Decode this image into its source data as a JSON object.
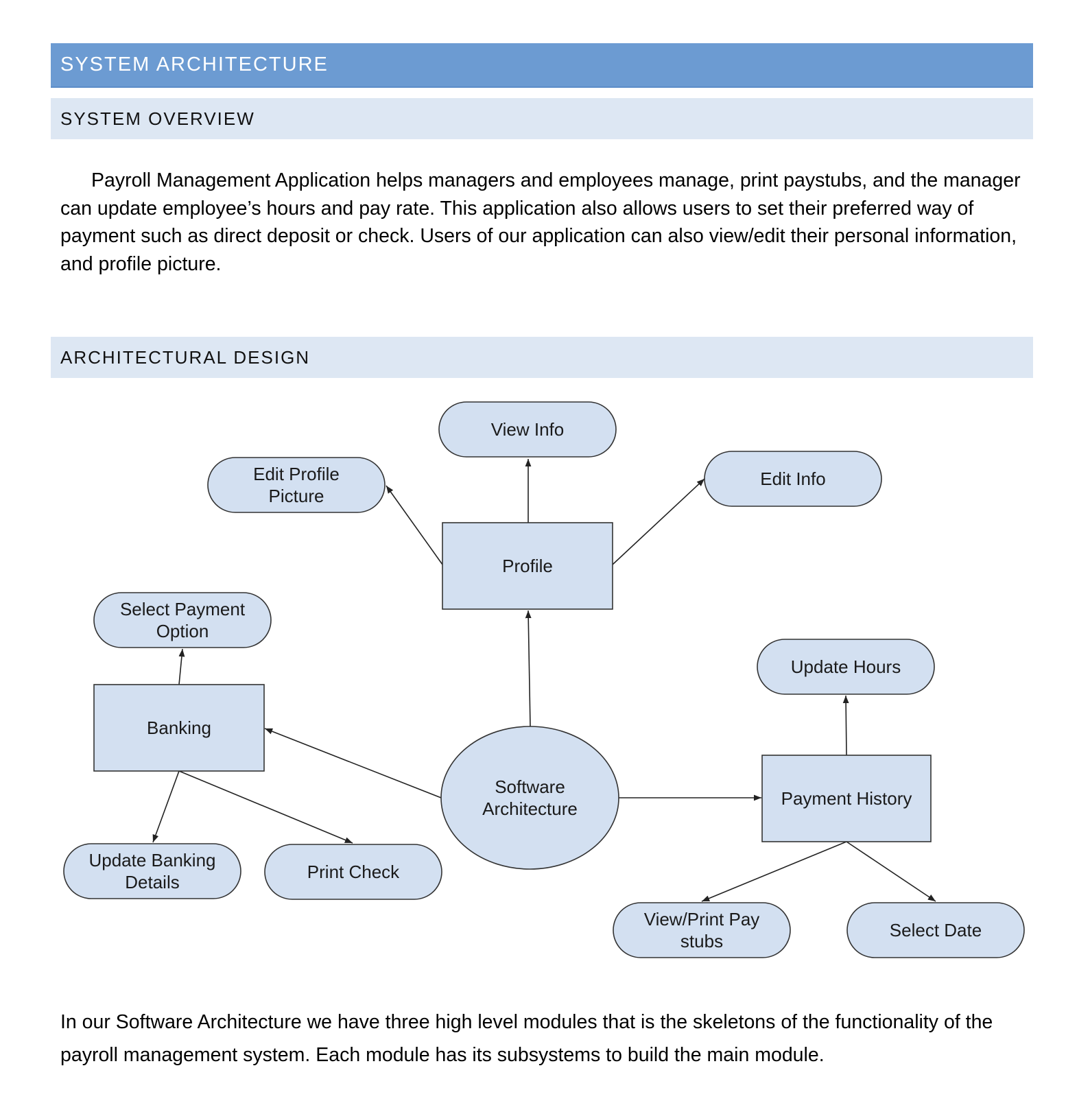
{
  "headings": {
    "system_architecture": "SYSTEM ARCHITECTURE",
    "system_overview": "SYSTEM OVERVIEW",
    "architectural_design": "ARCHITECTURAL DESIGN"
  },
  "overview_text": "Payroll Management Application helps managers and employees manage, print paystubs, and the manager can update employee’s hours and pay rate. This application also allows users to set their preferred way of payment such as direct deposit or check. Users of our application can also view/edit their personal information, and profile picture.",
  "diagram": {
    "nodes": {
      "view_info": [
        "View Info"
      ],
      "edit_profile_picture": [
        "Edit Profile",
        "Picture"
      ],
      "edit_info": [
        "Edit Info"
      ],
      "profile": [
        "Profile"
      ],
      "select_payment_option": [
        "Select Payment",
        "Option"
      ],
      "banking": [
        "Banking"
      ],
      "update_hours": [
        "Update Hours"
      ],
      "software_architecture": [
        "Software",
        "Architecture"
      ],
      "payment_history": [
        "Payment History"
      ],
      "update_banking_details": [
        "Update Banking",
        "Details"
      ],
      "print_check": [
        "Print Check"
      ],
      "view_print_pay_stubs": [
        "View/Print Pay",
        "stubs"
      ],
      "select_date": [
        "Select Date"
      ]
    },
    "edges": [
      {
        "from": "profile",
        "to": "view_info"
      },
      {
        "from": "profile",
        "to": "edit_profile_picture"
      },
      {
        "from": "profile",
        "to": "edit_info"
      },
      {
        "from": "software_architecture",
        "to": "profile"
      },
      {
        "from": "software_architecture",
        "to": "banking"
      },
      {
        "from": "software_architecture",
        "to": "payment_history"
      },
      {
        "from": "banking",
        "to": "select_payment_option"
      },
      {
        "from": "banking",
        "to": "update_banking_details"
      },
      {
        "from": "banking",
        "to": "print_check"
      },
      {
        "from": "payment_history",
        "to": "update_hours"
      },
      {
        "from": "payment_history",
        "to": "view_print_pay_stubs"
      },
      {
        "from": "payment_history",
        "to": "select_date"
      }
    ]
  },
  "closing_text": "In our Software Architecture we have three high level modules that is the skeletons of the functionality of the payroll management system.  Each module has its subsystems to build the main module."
}
